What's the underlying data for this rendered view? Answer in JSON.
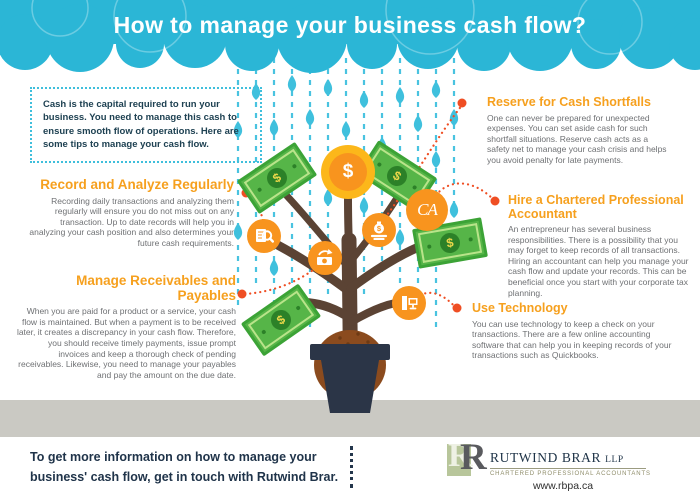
{
  "header": {
    "title": "How to manage your business cash flow?"
  },
  "intro": {
    "text": "Cash is the capital required to run your business. You need to manage this cash to ensure smooth flow of operations. Here are some tips to manage your cash flow."
  },
  "sections": {
    "record": {
      "title": "Record and Analyze Regularly",
      "body": "Recording daily transactions and analyzing them regularly will ensure you do not miss out on any transaction. Up to date records will help you in analyzing your cash position and also determines your future cash requirements."
    },
    "manage": {
      "title": "Manage Receivables and Payables",
      "body": "When you are paid for a product or a service, your cash flow is maintained. But when a payment is to be received later, it creates a discrepancy in your cash flow. Therefore, you should receive timely payments, issue prompt invoices and keep a thorough check of pending receivables. Likewise, you need to manage your payables and pay the amount on the due date."
    },
    "reserve": {
      "title": "Reserve for Cash Shortfalls",
      "body": "One can never be prepared for unexpected expenses. You can set aside cash for such shortfall situations. Reserve cash acts as a safety net to manage your cash crisis and helps you avoid penalty for late payments."
    },
    "hire": {
      "title": "Hire a Chartered Professional Accountant",
      "body": "An entrepreneur has several business responsibilities. There is a possibility that you may forget to keep records of all transactions. Hiring an accountant can help you manage your cash flow and update your records. This can be beneficial once you start with your corporate tax planning."
    },
    "technology": {
      "title": "Use Technology",
      "body": "You can use technology to keep a check on your transactions. There are a few online accounting software that can help you in keeping records of your transactions such as Quickbooks."
    }
  },
  "tree": {
    "coin_symbol": "$",
    "bill_symbol": "$",
    "ca_label": "CA"
  },
  "footer": {
    "message": "To get more information on how to manage your business' cash flow, get in touch with Rutwind Brar.",
    "logo_monogram": "R",
    "logo_name": "RUTWIND BRAR",
    "logo_suffix": "LLP",
    "logo_tagline": "CHARTERED PROFESSIONAL ACCOUNTANTS",
    "website": "www.rbpa.ca"
  },
  "colors": {
    "cloud_teal": "#2bb6d6",
    "heading_orange": "#f6a01e",
    "icon_orange": "#f8941e",
    "connector_red": "#ef4e23",
    "bill_green": "#56b548",
    "navy": "#20344a",
    "ground_gray": "#cac9c3"
  }
}
